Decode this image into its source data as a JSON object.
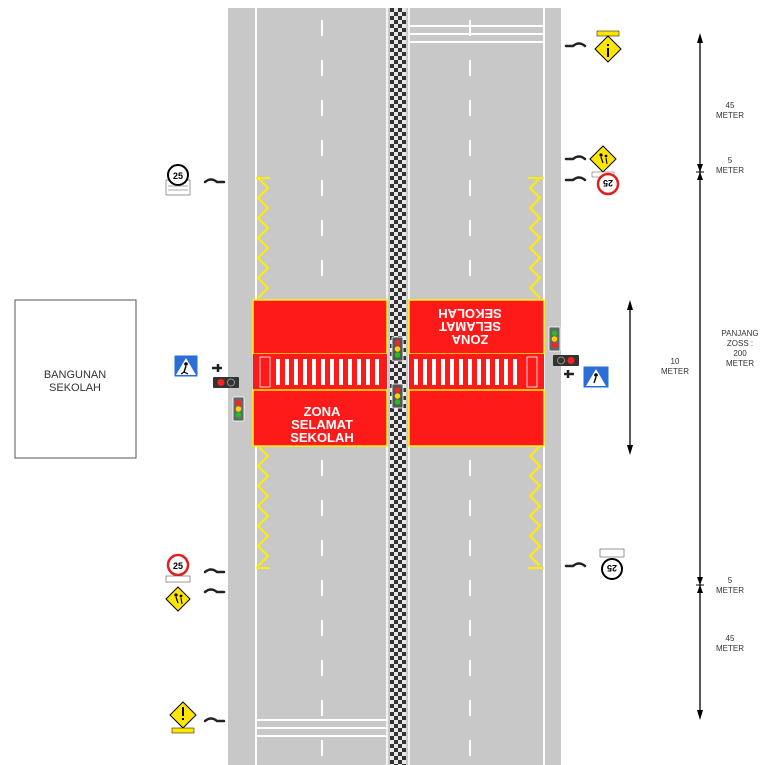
{
  "building": {
    "line1": "BANGUNAN",
    "line2": "SEKOLAH"
  },
  "zone": {
    "line1": "ZONA",
    "line2": "SELAMAT",
    "line3": "SEKOLAH"
  },
  "speed_limit": "25",
  "dimensions": {
    "top_num": "45",
    "top_unit": "METER",
    "upper_num": "5",
    "upper_unit": "METER",
    "mid_num": "10",
    "mid_unit": "METER",
    "length_line1": "PANJANG",
    "length_line2": "ZOSS :",
    "length_line3": "200",
    "length_line4": "METER",
    "lower_num": "5",
    "lower_unit": "METER",
    "bottom_num": "45",
    "bottom_unit": "METER"
  },
  "colors": {
    "road": "#c8c8c8",
    "zone": "#ff1a1a",
    "zigzag": "#ffee00",
    "warning_sign": "#ffe600",
    "crossing_sign": "#2a6fd6",
    "speed_ring": "#e02020"
  }
}
